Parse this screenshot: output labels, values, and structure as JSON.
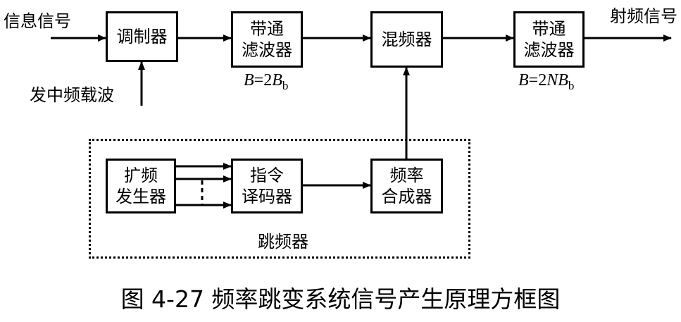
{
  "inputs": {
    "info_signal": "信息信号",
    "if_carrier": "发中频载波"
  },
  "output": {
    "rf_signal": "射频信号"
  },
  "blocks": {
    "modulator": [
      "调制器"
    ],
    "bpf1": [
      "带通",
      "滤波器"
    ],
    "mixer": [
      "混频器"
    ],
    "bpf2": [
      "带通",
      "滤波器"
    ],
    "spread_gen": [
      "扩频",
      "发生器"
    ],
    "cmd_decoder": [
      "指令",
      "译码器"
    ],
    "freq_synth": [
      "频率",
      "合成器"
    ]
  },
  "formulas": {
    "bpf1": {
      "lhs": "B",
      "eq": "=2",
      "var": "B",
      "sub": "b"
    },
    "bpf2": {
      "lhs": "B",
      "eq": "=2",
      "var": "NB",
      "sub": "b"
    }
  },
  "hopper_label": "跳频器",
  "caption": "图 4-27  频率跳变系统信号产生原理方框图"
}
